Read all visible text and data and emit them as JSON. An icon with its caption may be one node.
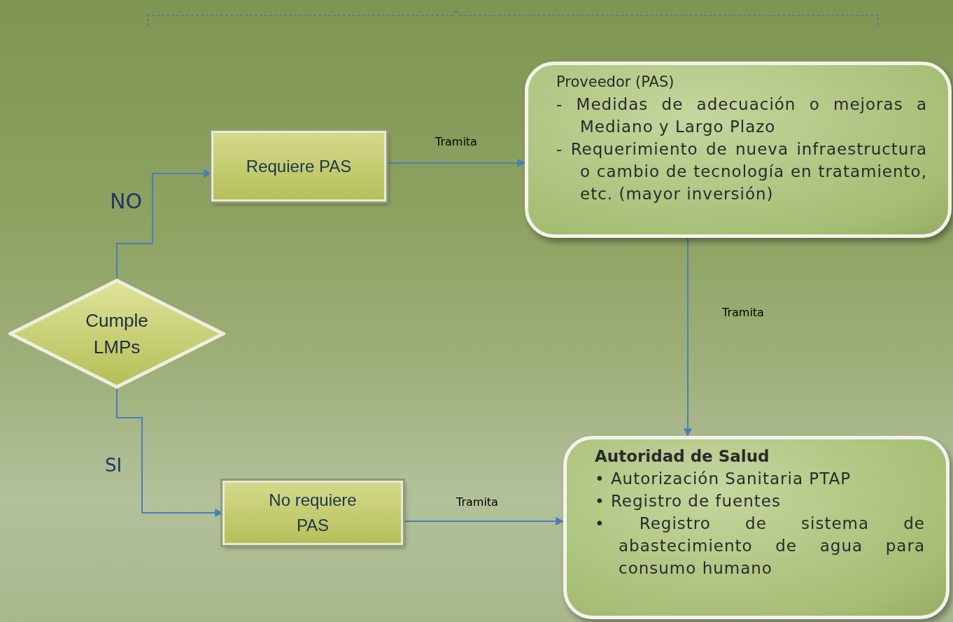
{
  "diagram": {
    "nodes": [
      {
        "text": [
          "Cumple LMPs"
        ]
      },
      {
        "text": [
          "Requiere PAS"
        ]
      },
      {
        "text": [
          "No requiere PAS"
        ]
      },
      {
        "text": [
          "Proveedor (PAS)",
          "- Medidas de adecuación o mejoras a Mediano y Largo Plazo",
          "- Requerimiento de nueva infraestructura o cambio de tecnología en tratamiento, etc. (mayor inversión)"
        ]
      },
      {
        "text": [
          "Autoridad de Salud",
          "• Autorización Sanitaria PTAP",
          "• Registro de fuentes",
          "• Registro de sistema de abastecimiento de agua para consumo humano"
        ]
      }
    ],
    "edges": [
      {
        "from": 0,
        "to": 1,
        "arrow": "to",
        "label": "NO"
      },
      {
        "from": 0,
        "to": 2,
        "arrow": "to",
        "label": "SI"
      },
      {
        "from": 1,
        "to": 3,
        "arrow": "to",
        "label": "Tramita"
      },
      {
        "from": 3,
        "to": 4,
        "arrow": "to",
        "label": "Tramita"
      },
      {
        "from": 2,
        "to": 4,
        "arrow": "to",
        "label": "Tramita"
      }
    ]
  }
}
